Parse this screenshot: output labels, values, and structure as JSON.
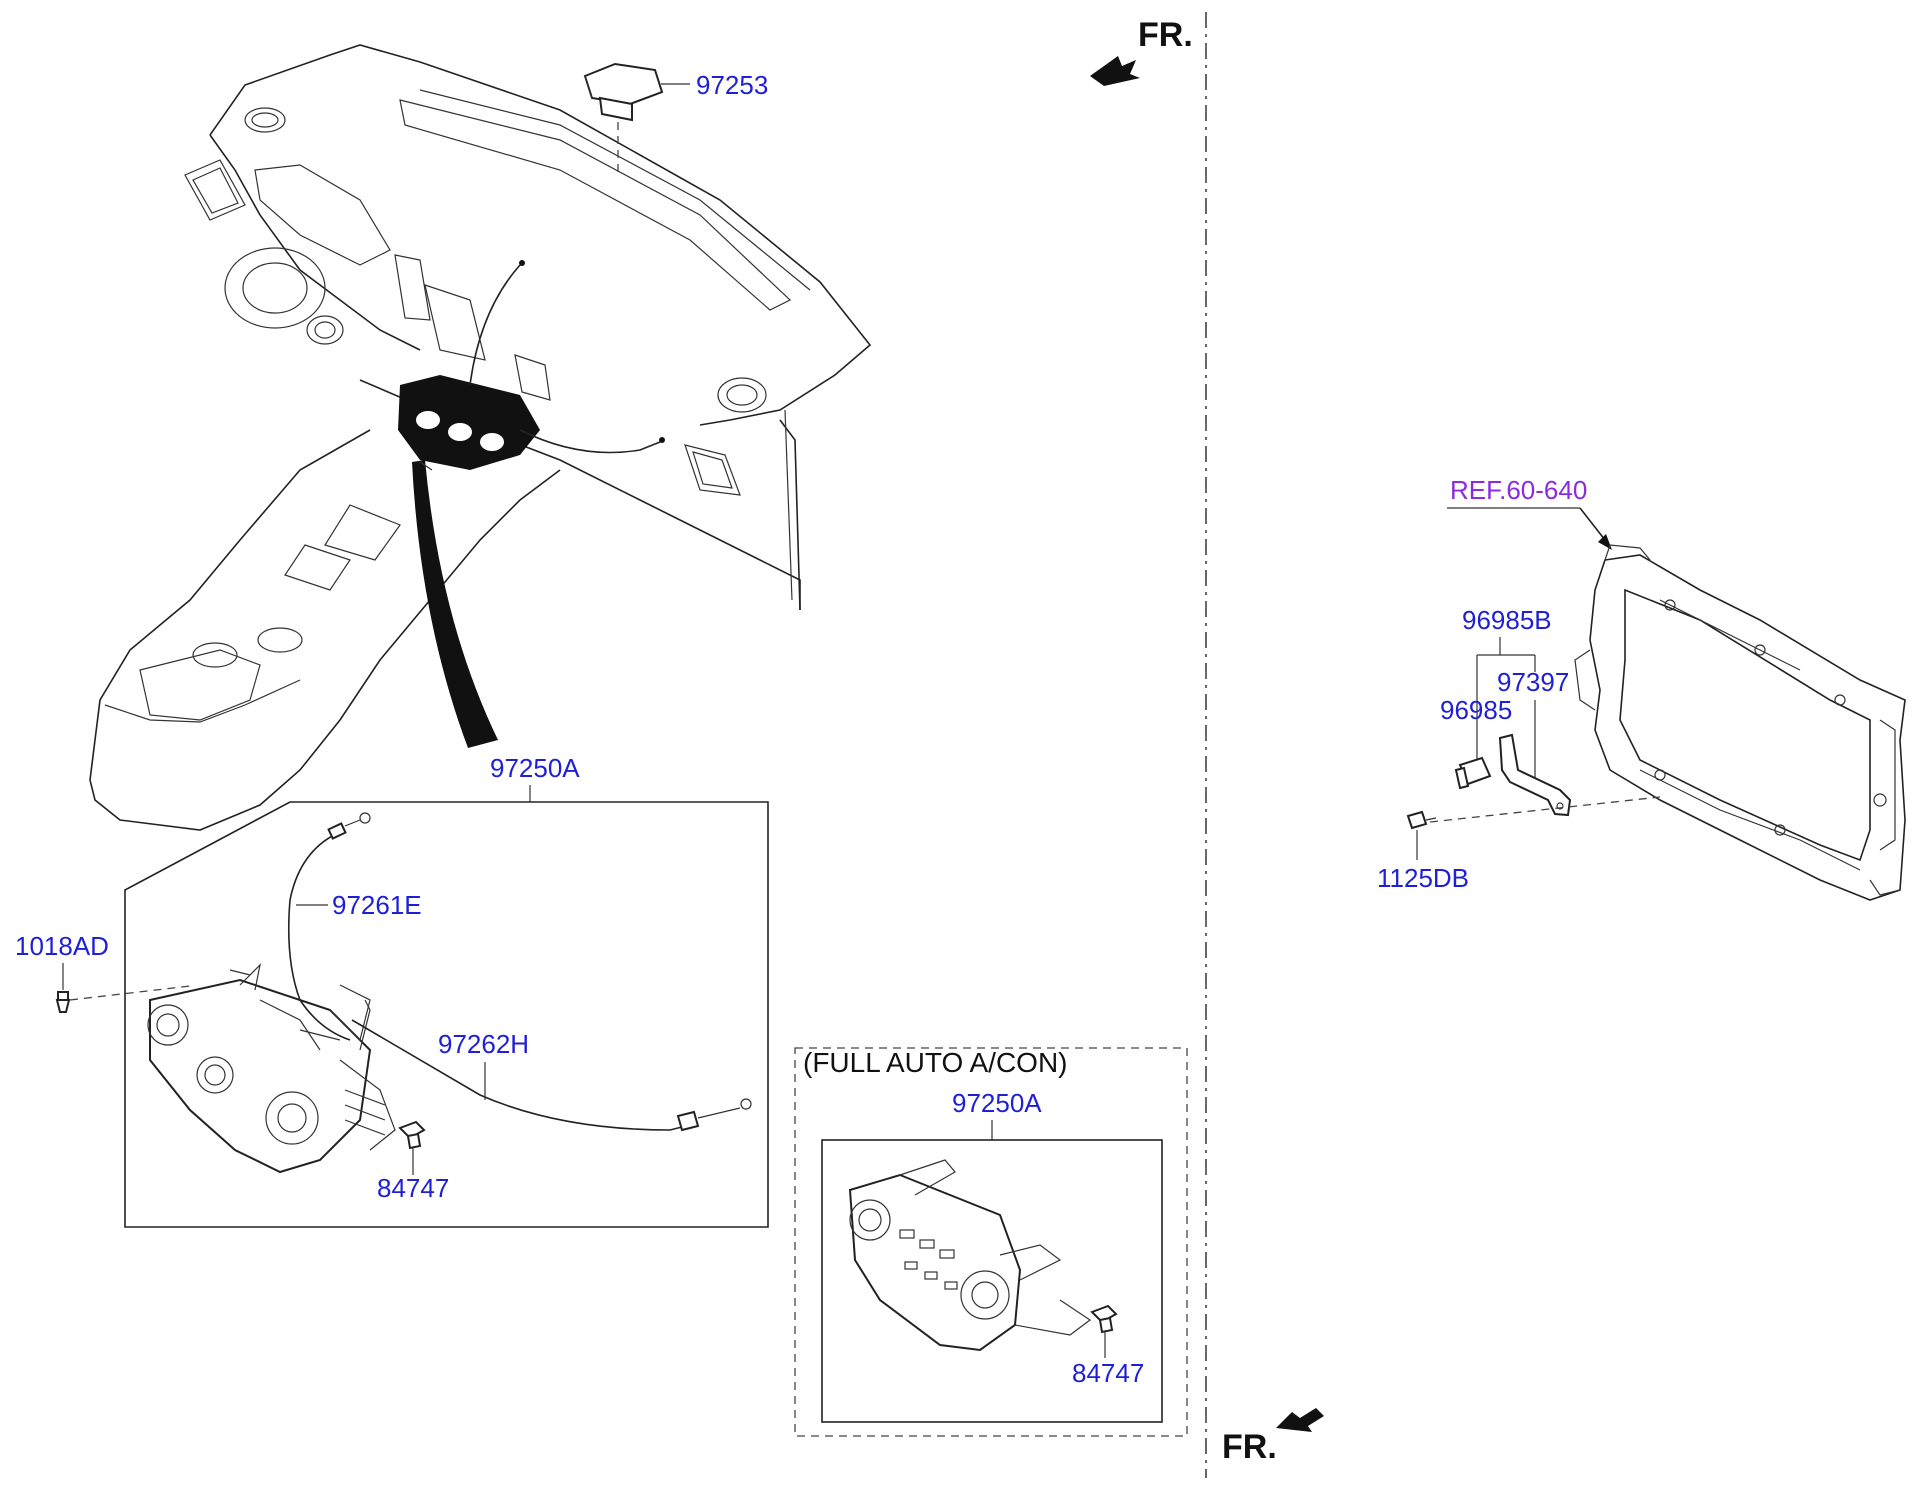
{
  "direction_labels": {
    "top": "FR.",
    "bottom": "FR."
  },
  "ref_label": "REF.60-640",
  "option_label": "(FULL AUTO A/CON)",
  "part_labels": {
    "p97253": "97253",
    "p97250A_main": "97250A",
    "p97261E": "97261E",
    "p1018AD": "1018AD",
    "p97262H": "97262H",
    "p84747_main": "84747",
    "p97250A_auto": "97250A",
    "p84747_auto": "84747",
    "p96985B": "96985B",
    "p97397": "97397",
    "p96985": "96985",
    "p1125DB": "1125DB"
  },
  "colors": {
    "part_number": "#1f1fd6",
    "reference": "#8a2be2",
    "line": "#222222"
  }
}
